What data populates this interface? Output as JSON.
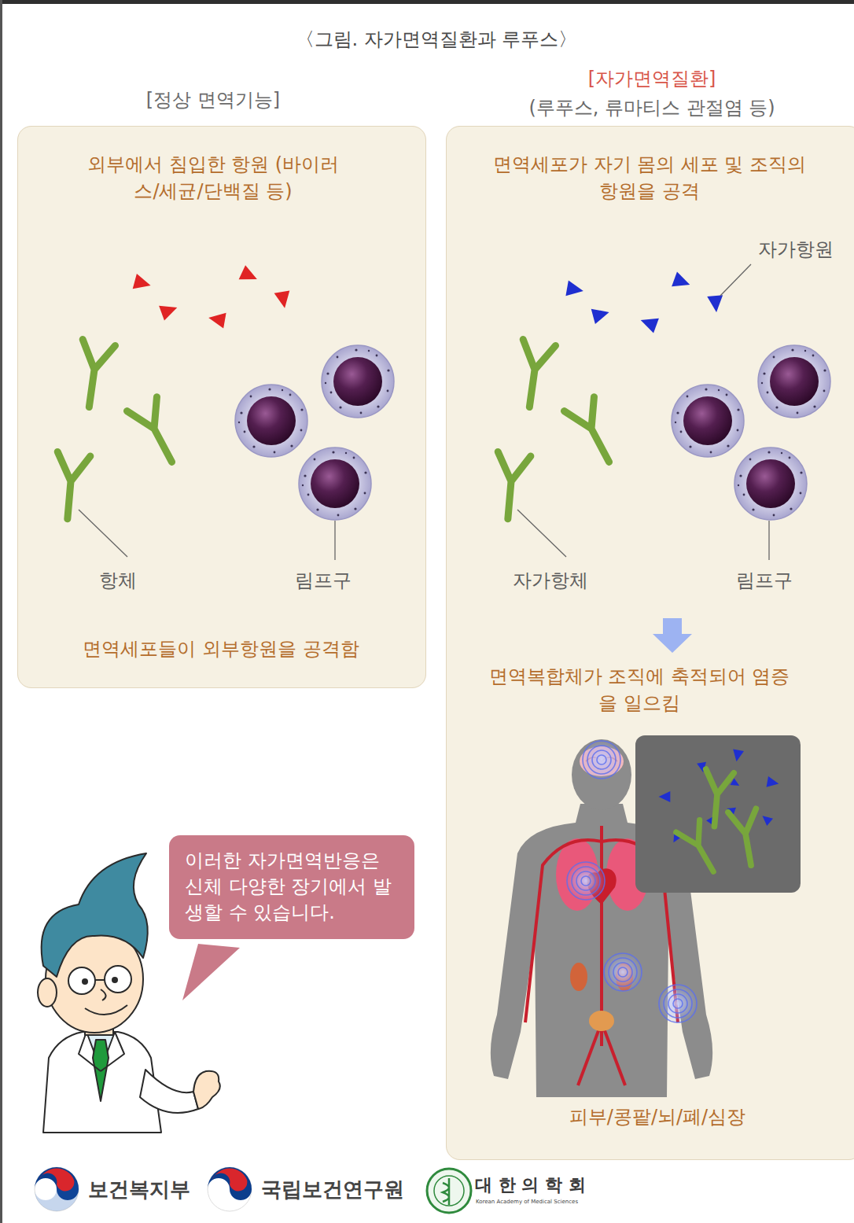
{
  "diagram": {
    "title": "〈그림. 자가면역질환과 루푸스〉",
    "nodes": [
      {
        "text": [
          "[정상 면역기능]",
          "외부에서 침입한 항원 (바이러스/세균/단백질 등)",
          "면역세포들이 외부항원을 공격함"
        ]
      },
      {
        "text": [
          "[자가면역질환]",
          "(루푸스, 류마티스 관절염 등)",
          "면역세포가 자기 몸의 세포 및 조직의 항원을 공격",
          "면역복합체가 조직에 축적되어 염증을 일으킴",
          "피부/콩팥/뇌/폐/심장"
        ]
      },
      {
        "text": [
          "이러한 자가면역반응은 신체 다양한 장기에서 발생할 수 있습니다."
        ]
      }
    ],
    "labels": [
      "항체",
      "림프구",
      "자가항원",
      "자가항체",
      "림프구",
      "보건복지부",
      "국립보건연구원",
      "대 한 의 학 회",
      "Korean Academy of Medical Sciences"
    ]
  }
}
